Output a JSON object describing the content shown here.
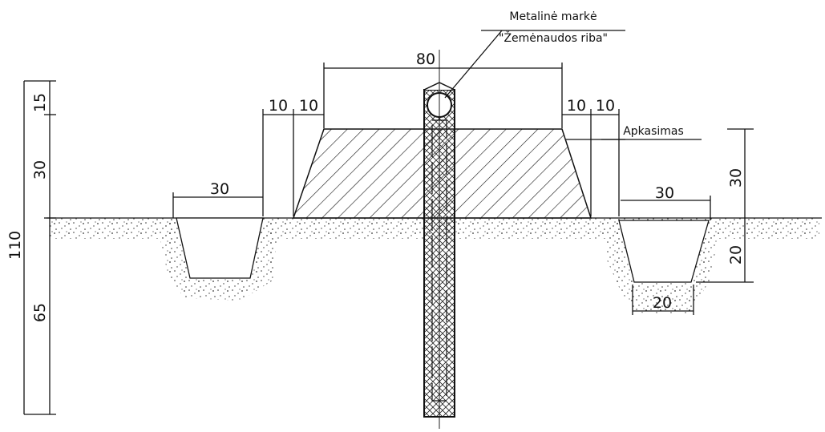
{
  "labels": {
    "marker_line1": "Metalinė markė",
    "marker_line2": "\"Žemėnaudos riba\"",
    "fill_label": "Apkasimas"
  },
  "dimensions": {
    "top_width": "80",
    "left_slope_outer": "10",
    "left_slope_inner": "10",
    "right_slope_inner": "10",
    "right_slope_outer": "10",
    "left_ditch_width": "30",
    "right_ditch_width": "30",
    "right_ditch_bottom": "20",
    "right_mound_height": "30",
    "right_ditch_depth": "20",
    "left_total": "110",
    "left_top": "15",
    "left_mound": "30",
    "left_depth": "65"
  },
  "colors": {
    "ink": "#111111",
    "background": "#ffffff"
  }
}
